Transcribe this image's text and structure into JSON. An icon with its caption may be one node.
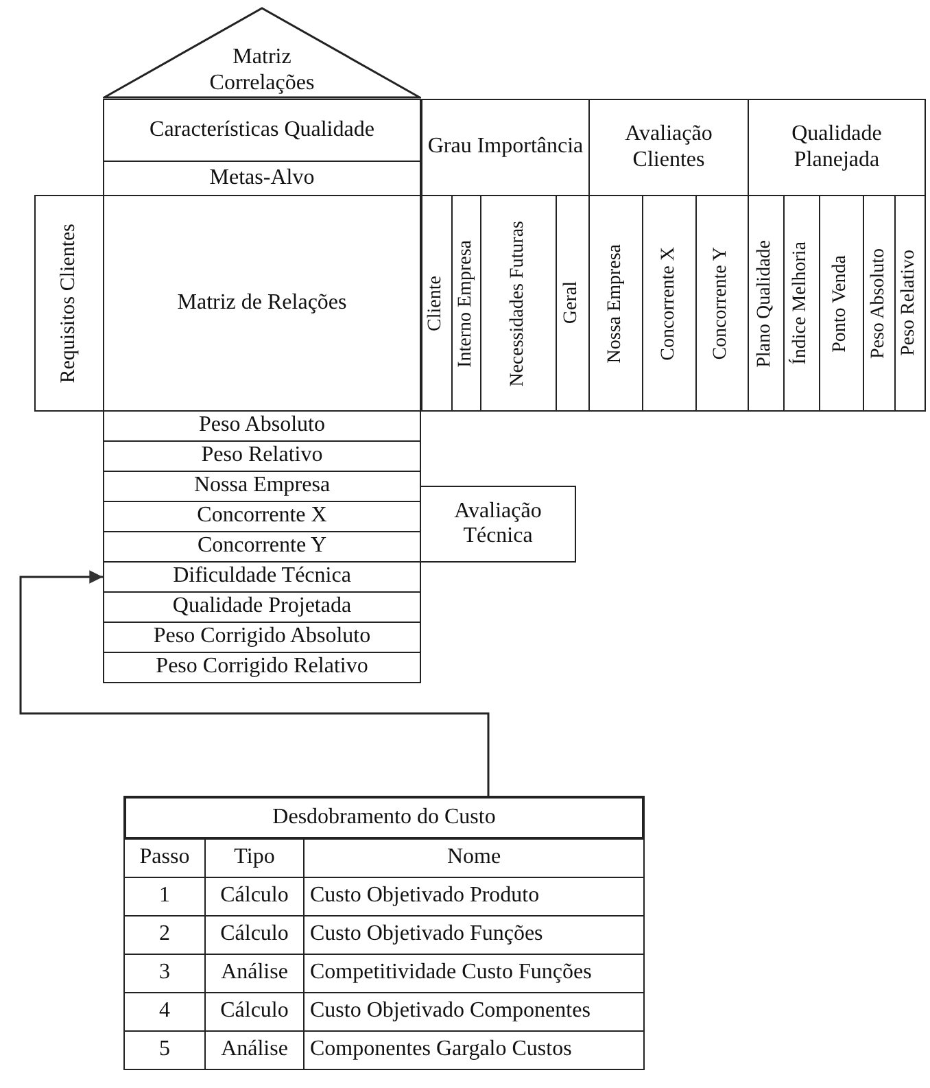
{
  "diagram": {
    "nodes": [
      {
        "text": [
          "Matriz Correlações"
        ]
      },
      {
        "text": [
          "Características Qualidade"
        ]
      },
      {
        "text": [
          "Metas-Alvo"
        ]
      },
      {
        "text": [
          "Grau Importância"
        ]
      },
      {
        "text": [
          "Avaliação Clientes"
        ]
      },
      {
        "text": [
          "Qualidade Planejada"
        ]
      },
      {
        "text": [
          "Requisitos Clientes"
        ]
      },
      {
        "text": [
          "Matriz de Relações"
        ]
      },
      {
        "text": [
          "Cliente"
        ]
      },
      {
        "text": [
          "Interno Empresa"
        ]
      },
      {
        "text": [
          "Necessidades Futuras"
        ]
      },
      {
        "text": [
          "Geral"
        ]
      },
      {
        "text": [
          "Nossa Empresa"
        ]
      },
      {
        "text": [
          "Concorrente X"
        ]
      },
      {
        "text": [
          "Concorrente Y"
        ]
      },
      {
        "text": [
          "Plano Qualidade"
        ]
      },
      {
        "text": [
          "Índice Melhoria"
        ]
      },
      {
        "text": [
          "Ponto Venda"
        ]
      },
      {
        "text": [
          "Peso Absoluto"
        ]
      },
      {
        "text": [
          "Peso Relativo"
        ]
      },
      {
        "text": [
          "Peso Absoluto"
        ]
      },
      {
        "text": [
          "Peso Relativo"
        ]
      },
      {
        "text": [
          "Nossa Empresa"
        ]
      },
      {
        "text": [
          "Concorrente X"
        ]
      },
      {
        "text": [
          "Concorrente Y"
        ]
      },
      {
        "text": [
          "Dificuldade Técnica"
        ]
      },
      {
        "text": [
          "Qualidade Projetada"
        ]
      },
      {
        "text": [
          "Peso Corrigido Absoluto"
        ]
      },
      {
        "text": [
          "Peso Corrigido Relativo"
        ]
      },
      {
        "text": [
          "Avaliação Técnica"
        ]
      },
      {
        "text": [
          "Desdobramento do Custo"
        ]
      }
    ],
    "edges": [
      {
        "from": 30,
        "to": 25,
        "arrow": "to"
      }
    ],
    "labels": [
      "Passo",
      "Tipo",
      "Nome",
      "1",
      "Cálculo",
      "Custo Objetivado Produto",
      "2",
      "Cálculo",
      "Custo Objetivado Funções",
      "3",
      "Análise",
      "Competitividade Custo Funções",
      "4",
      "Cálculo",
      "Custo Objetivado Componentes",
      "5",
      "Análise",
      "Componentes Gargalo Custos"
    ]
  }
}
